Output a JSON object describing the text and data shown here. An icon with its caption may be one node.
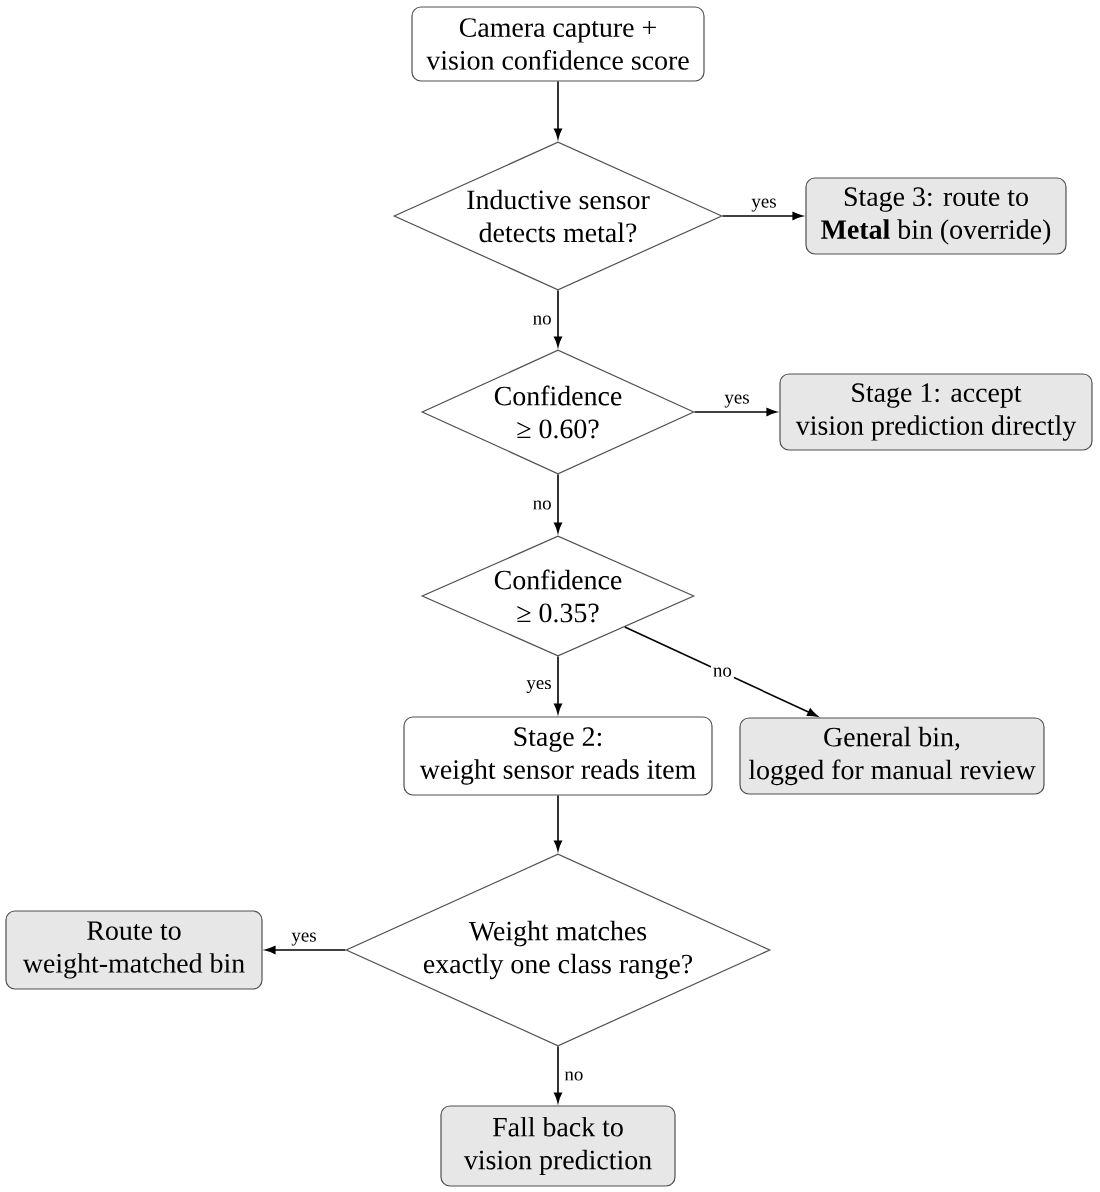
{
  "diagram": {
    "nodes": [
      {
        "text": [
          "Camera capture + vision confidence score"
        ]
      },
      {
        "text": [
          "Inductive sensor detects metal?"
        ]
      },
      {
        "text": [
          "Stage 3: route to **Metal** bin (override)"
        ]
      },
      {
        "text": [
          "Confidence ≥ 0.60?"
        ]
      },
      {
        "text": [
          "Stage 1: accept vision prediction directly"
        ]
      },
      {
        "text": [
          "Confidence ≥ 0.35?"
        ]
      },
      {
        "text": [
          "Stage 2: weight sensor reads item"
        ]
      },
      {
        "text": [
          "General bin, logged for manual review"
        ]
      },
      {
        "text": [
          "Weight matches exactly one class range?"
        ]
      },
      {
        "text": [
          "Route to weight-matched bin"
        ]
      },
      {
        "text": [
          "Fall back to vision prediction"
        ]
      }
    ],
    "edges": [
      {
        "from": 0,
        "to": 1,
        "arrow": "to"
      },
      {
        "from": 1,
        "to": 2,
        "arrow": "to",
        "label": "yes"
      },
      {
        "from": 1,
        "to": 3,
        "arrow": "to",
        "label": "no"
      },
      {
        "from": 3,
        "to": 4,
        "arrow": "to",
        "label": "yes"
      },
      {
        "from": 3,
        "to": 5,
        "arrow": "to",
        "label": "no"
      },
      {
        "from": 5,
        "to": 6,
        "arrow": "to",
        "label": "yes"
      },
      {
        "from": 5,
        "to": 7,
        "arrow": "to",
        "label": "no"
      },
      {
        "from": 6,
        "to": 8,
        "arrow": "to"
      },
      {
        "from": 8,
        "to": 9,
        "arrow": "to",
        "label": "yes"
      },
      {
        "from": 8,
        "to": 10,
        "arrow": "to",
        "label": "no"
      }
    ]
  }
}
